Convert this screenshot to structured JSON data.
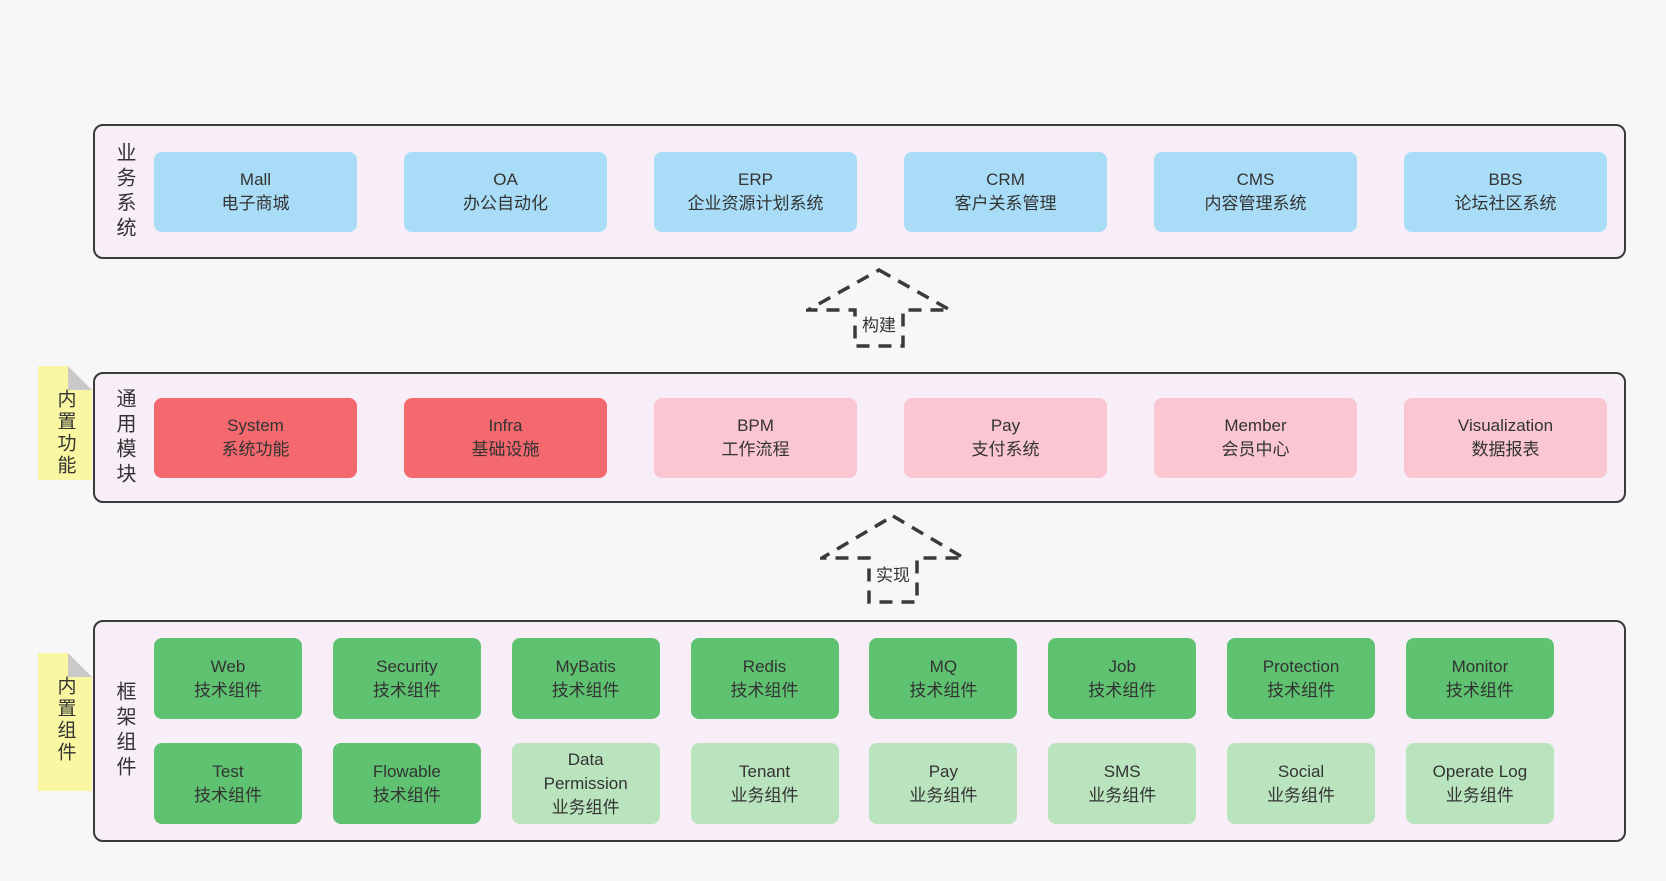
{
  "palette": {
    "page_bg": "#f7f7f7",
    "layer_bg": "#f8eef7",
    "layer_border": "#3a3a3a",
    "card_text": "#333333",
    "blue": "#a9dcf7",
    "red": "#f4696e",
    "pink": "#f9c6d1",
    "green": "#5fc271",
    "light_green": "#b9e4bd",
    "note_bg": "#f9f7a1",
    "note_fold": "#c9c9c9",
    "arrow_color": "#3a3a3a"
  },
  "notes": [
    {
      "label": "内置功能"
    },
    {
      "label": "内置组件"
    }
  ],
  "arrows": [
    {
      "label": "构建"
    },
    {
      "label": "实现"
    }
  ],
  "layers": [
    {
      "label": "业务系统",
      "rows": [
        {
          "cells": [
            {
              "name": "Mall",
              "desc": "电子商城"
            },
            {
              "name": "OA",
              "desc": "办公自动化"
            },
            {
              "name": "ERP",
              "desc": "企业资源计划系统"
            },
            {
              "name": "CRM",
              "desc": "客户关系管理"
            },
            {
              "name": "CMS",
              "desc": "内容管理系统"
            },
            {
              "name": "BBS",
              "desc": "论坛社区系统"
            }
          ]
        }
      ]
    },
    {
      "label": "通用模块",
      "rows": [
        {
          "cells": [
            {
              "name": "System",
              "desc": "系统功能"
            },
            {
              "name": "Infra",
              "desc": "基础设施"
            },
            {
              "name": "BPM",
              "desc": "工作流程"
            },
            {
              "name": "Pay",
              "desc": "支付系统"
            },
            {
              "name": "Member",
              "desc": "会员中心"
            },
            {
              "name": "Visualization",
              "desc": "数据报表"
            }
          ]
        }
      ]
    },
    {
      "label": "框架组件",
      "rows": [
        {
          "cells": [
            {
              "name": "Web",
              "desc": "技术组件"
            },
            {
              "name": "Security",
              "desc": "技术组件"
            },
            {
              "name": "MyBatis",
              "desc": "技术组件"
            },
            {
              "name": "Redis",
              "desc": "技术组件"
            },
            {
              "name": "MQ",
              "desc": "技术组件"
            },
            {
              "name": "Job",
              "desc": "技术组件"
            },
            {
              "name": "Protection",
              "desc": "技术组件"
            },
            {
              "name": "Monitor",
              "desc": "技术组件"
            }
          ]
        },
        {
          "cells": [
            {
              "name": "Test",
              "desc": "技术组件"
            },
            {
              "name": "Flowable",
              "desc": "技术组件"
            },
            {
              "name": "Data Permission",
              "desc": "业务组件"
            },
            {
              "name": "Tenant",
              "desc": "业务组件"
            },
            {
              "name": "Pay",
              "desc": "业务组件"
            },
            {
              "name": "SMS",
              "desc": "业务组件"
            },
            {
              "name": "Social",
              "desc": "业务组件"
            },
            {
              "name": "Operate Log",
              "desc": "业务组件"
            }
          ]
        }
      ]
    }
  ]
}
